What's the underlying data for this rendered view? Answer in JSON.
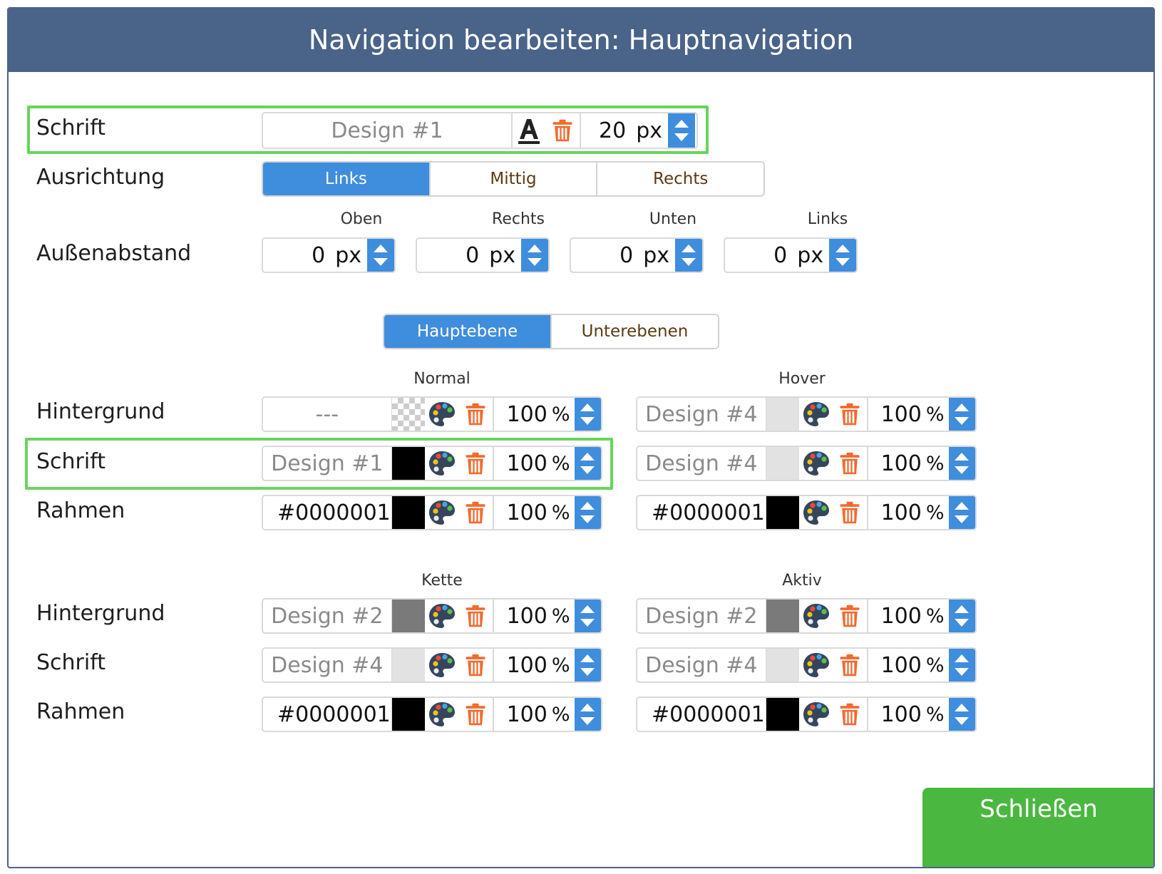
{
  "dialog": {
    "title": "Navigation bearbeiten: Hauptnavigation"
  },
  "font_row": {
    "label": "Schrift",
    "design": "Design #1",
    "size": "20",
    "unit": "px",
    "icon": "font-color-icon"
  },
  "alignment": {
    "label": "Ausrichtung",
    "options": [
      "Links",
      "Mittig",
      "Rechts"
    ],
    "selected": "Links"
  },
  "margin": {
    "label": "Außenabstand",
    "fields": [
      {
        "head": "Oben",
        "value": "0",
        "unit": "px"
      },
      {
        "head": "Rechts",
        "value": "0",
        "unit": "px"
      },
      {
        "head": "Unten",
        "value": "0",
        "unit": "px"
      },
      {
        "head": "Links",
        "value": "0",
        "unit": "px"
      }
    ]
  },
  "level_tabs": {
    "options": [
      "Hauptebene",
      "Unterebenen"
    ],
    "selected": "Hauptebene"
  },
  "group1": {
    "head_left": "Normal",
    "head_right": "Hover",
    "rows": [
      {
        "label": "Hintergrund",
        "left": {
          "value": "---",
          "swatch": "transparent",
          "opacity": "100",
          "unit": "%"
        },
        "right": {
          "value": "Design #4",
          "swatch": "#e2e2e2",
          "opacity": "100",
          "unit": "%"
        }
      },
      {
        "label": "Schrift",
        "left": {
          "value": "Design #1",
          "swatch": "#000000",
          "opacity": "100",
          "unit": "%"
        },
        "right": {
          "value": "Design #4",
          "swatch": "#e2e2e2",
          "opacity": "100",
          "unit": "%"
        }
      },
      {
        "label": "Rahmen",
        "left": {
          "value": "#0000001",
          "swatch": "#000000",
          "opacity": "100",
          "unit": "%"
        },
        "right": {
          "value": "#0000001",
          "swatch": "#000000",
          "opacity": "100",
          "unit": "%"
        }
      }
    ]
  },
  "group2": {
    "head_left": "Kette",
    "head_right": "Aktiv",
    "rows": [
      {
        "label": "Hintergrund",
        "left": {
          "value": "Design #2",
          "swatch": "#7a7a7a",
          "opacity": "100",
          "unit": "%"
        },
        "right": {
          "value": "Design #2",
          "swatch": "#7a7a7a",
          "opacity": "100",
          "unit": "%"
        }
      },
      {
        "label": "Schrift",
        "left": {
          "value": "Design #4",
          "swatch": "#e2e2e2",
          "opacity": "100",
          "unit": "%"
        },
        "right": {
          "value": "Design #4",
          "swatch": "#e2e2e2",
          "opacity": "100",
          "unit": "%"
        }
      },
      {
        "label": "Rahmen",
        "left": {
          "value": "#0000001",
          "swatch": "#000000",
          "opacity": "100",
          "unit": "%"
        },
        "right": {
          "value": "#0000001",
          "swatch": "#000000",
          "opacity": "100",
          "unit": "%"
        }
      }
    ]
  },
  "footer": {
    "close_label": "Schließen"
  },
  "colors": {
    "header": "#4a6389",
    "accent_blue": "#3f8ddd",
    "highlight_green": "#6ad35e",
    "close_green": "#4ab740",
    "trash_orange": "#f26a2e"
  }
}
